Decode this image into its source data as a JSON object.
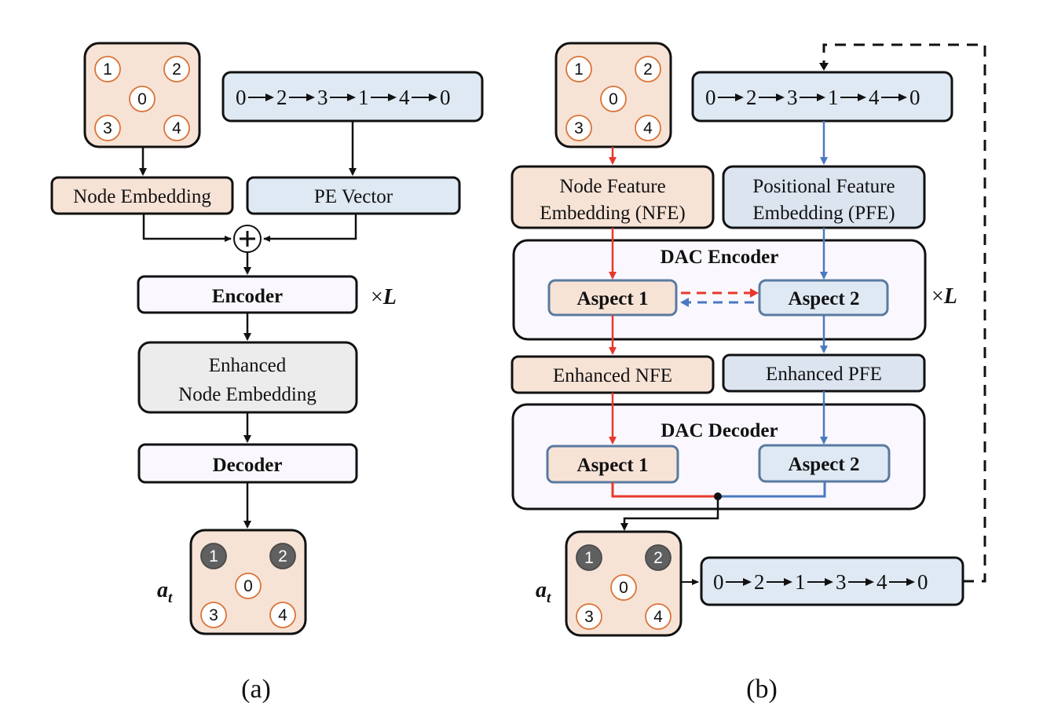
{
  "colors": {
    "node_fill": "#f7e3d6",
    "pos_fill": "#dfe9f4",
    "pos_fill_dark": "#dce4f0",
    "module_fill": "#faf8fe",
    "enhanced_fill": "#ececec",
    "node_ring": "#d9753a",
    "selected_node": "#606060",
    "red_flow": "#e8382c",
    "blue_flow": "#4a79c0",
    "aspect_border": "#5a7aa0"
  },
  "panel_a": {
    "caption": "(a)",
    "graph": {
      "nodes": [
        "1",
        "2",
        "0",
        "3",
        "4"
      ]
    },
    "route": [
      "0",
      "2",
      "3",
      "1",
      "4",
      "0"
    ],
    "node_embedding": "Node Embedding",
    "pe_vector": "PE Vector",
    "add_symbol": "+",
    "encoder": "Encoder",
    "repeat": "×L",
    "enhanced": [
      "Enhanced",
      "Node Embedding"
    ],
    "decoder": "Decoder",
    "action_label": "a_t",
    "action_graph": {
      "nodes": [
        "1",
        "2",
        "0",
        "3",
        "4"
      ],
      "selected": [
        "1",
        "2"
      ]
    }
  },
  "panel_b": {
    "caption": "(b)",
    "graph": {
      "nodes": [
        "1",
        "2",
        "0",
        "3",
        "4"
      ]
    },
    "route": [
      "0",
      "2",
      "3",
      "1",
      "4",
      "0"
    ],
    "nfe": [
      "Node Feature",
      "Embedding (NFE)"
    ],
    "pfe": [
      "Positional Feature",
      "Embedding (PFE)"
    ],
    "dac_encoder": "DAC Encoder",
    "aspect1": "Aspect 1",
    "aspect2": "Aspect 2",
    "repeat": "×L",
    "enhanced_nfe": "Enhanced NFE",
    "enhanced_pfe": "Enhanced PFE",
    "dac_decoder": "DAC Decoder",
    "action_label": "a_t",
    "action_graph": {
      "nodes": [
        "1",
        "2",
        "0",
        "3",
        "4"
      ],
      "selected": [
        "1",
        "2"
      ]
    },
    "new_route": [
      "0",
      "2",
      "1",
      "3",
      "4",
      "0"
    ]
  }
}
